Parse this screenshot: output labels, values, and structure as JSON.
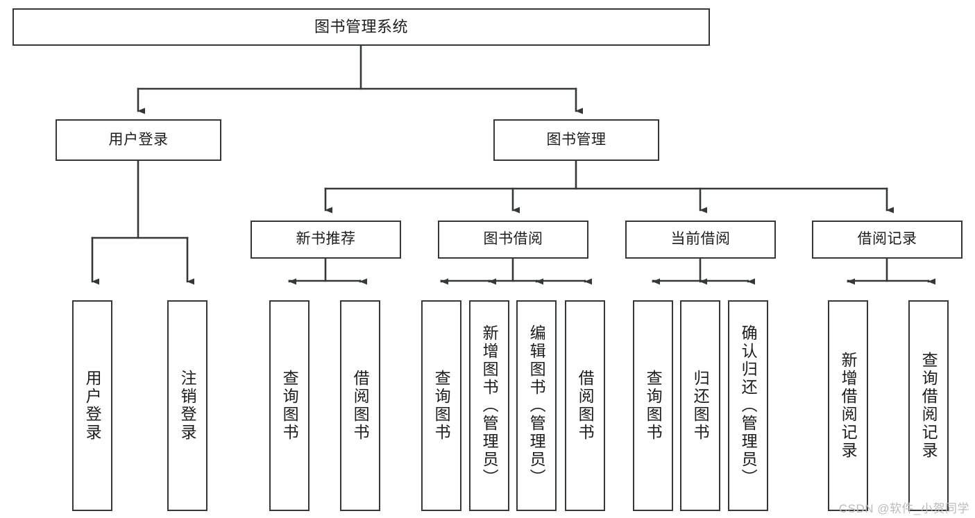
{
  "diagram": {
    "title": "图书管理系统",
    "type": "tree-hierarchy",
    "line_color": "#33393b",
    "box_border_color": "#33393b",
    "box_fill_color": "#ffffff",
    "background_color": "#ffffff",
    "text_color": "#1c1c1c"
  },
  "nodes": {
    "root": {
      "label": "图书管理系统"
    },
    "level1": [
      {
        "label": "用户登录"
      },
      {
        "label": "图书管理"
      }
    ],
    "level2": [
      {
        "label": "新书推荐"
      },
      {
        "label": "图书借阅"
      },
      {
        "label": "当前借阅"
      },
      {
        "label": "借阅记录"
      }
    ],
    "leaves": {
      "user_login": [
        {
          "label": "用户登录"
        },
        {
          "label": "注销登录"
        }
      ],
      "new_book": [
        {
          "label": "查询图书"
        },
        {
          "label": "借阅图书"
        }
      ],
      "book_borrow": [
        {
          "label": "查询图书"
        },
        {
          "label": "新增图书（管理员）"
        },
        {
          "label": "编辑图书（管理员）"
        },
        {
          "label": "借阅图书"
        }
      ],
      "current_borrow": [
        {
          "label": "查询图书"
        },
        {
          "label": "归还图书"
        },
        {
          "label": "确认归还（管理员）"
        }
      ],
      "borrow_record": [
        {
          "label": "新增借阅记录"
        },
        {
          "label": "查询借阅记录"
        }
      ]
    }
  },
  "watermark": {
    "text": "CSDN @软件_小贺同学"
  },
  "chart_data": {
    "type": "tree",
    "title": "图书管理系统",
    "root": "图书管理系统",
    "edges": [
      [
        "图书管理系统",
        "用户登录"
      ],
      [
        "图书管理系统",
        "图书管理"
      ],
      [
        "用户登录",
        "用户登录 (leaf)"
      ],
      [
        "用户登录",
        "注销登录"
      ],
      [
        "图书管理",
        "新书推荐"
      ],
      [
        "图书管理",
        "图书借阅"
      ],
      [
        "图书管理",
        "当前借阅"
      ],
      [
        "图书管理",
        "借阅记录"
      ],
      [
        "新书推荐",
        "查询图书"
      ],
      [
        "新书推荐",
        "借阅图书"
      ],
      [
        "图书借阅",
        "查询图书"
      ],
      [
        "图书借阅",
        "新增图书（管理员）"
      ],
      [
        "图书借阅",
        "编辑图书（管理员）"
      ],
      [
        "图书借阅",
        "借阅图书"
      ],
      [
        "当前借阅",
        "查询图书"
      ],
      [
        "当前借阅",
        "归还图书"
      ],
      [
        "当前借阅",
        "确认归还（管理员）"
      ],
      [
        "借阅记录",
        "新增借阅记录"
      ],
      [
        "借阅记录",
        "查询借阅记录"
      ]
    ],
    "depth": 4,
    "node_count": 20
  }
}
